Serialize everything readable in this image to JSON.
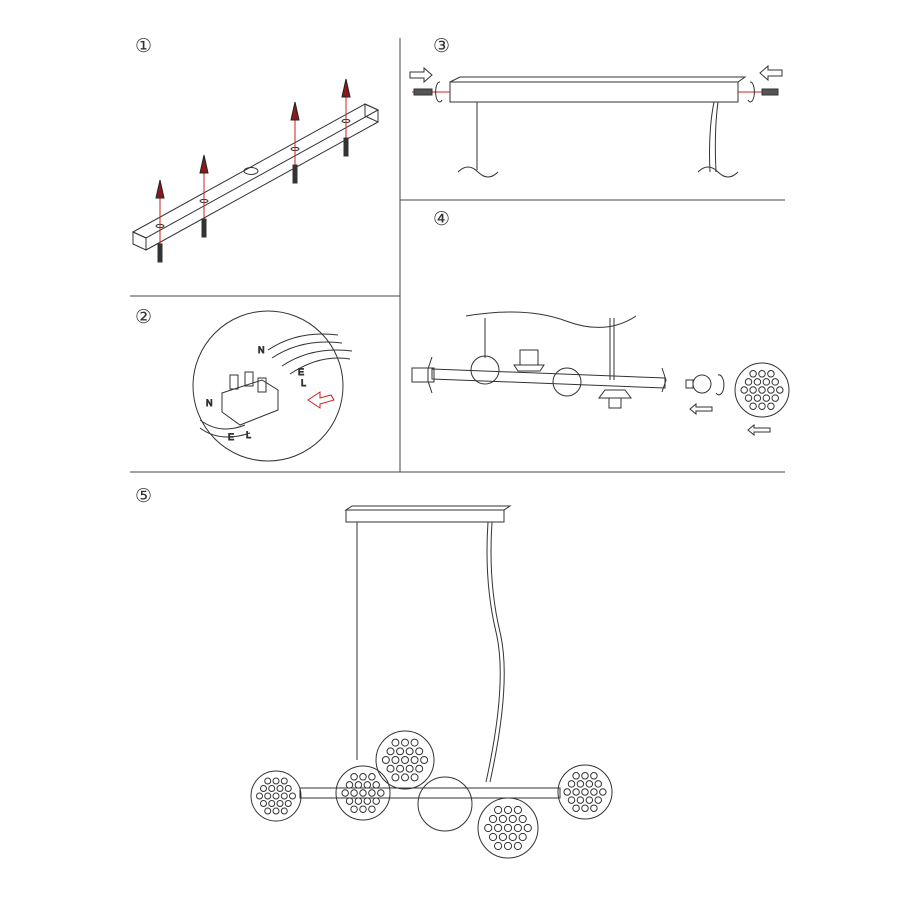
{
  "steps": [
    "①",
    "②",
    "③",
    "④",
    "⑤"
  ],
  "wiring_labels": {
    "top_n": "N",
    "top_e": "E",
    "top_l": "L",
    "bottom_n": "N",
    "bottom_e": "E",
    "bottom_l": "L"
  },
  "colors": {
    "line": "#333333",
    "accent": "#cc2222"
  }
}
